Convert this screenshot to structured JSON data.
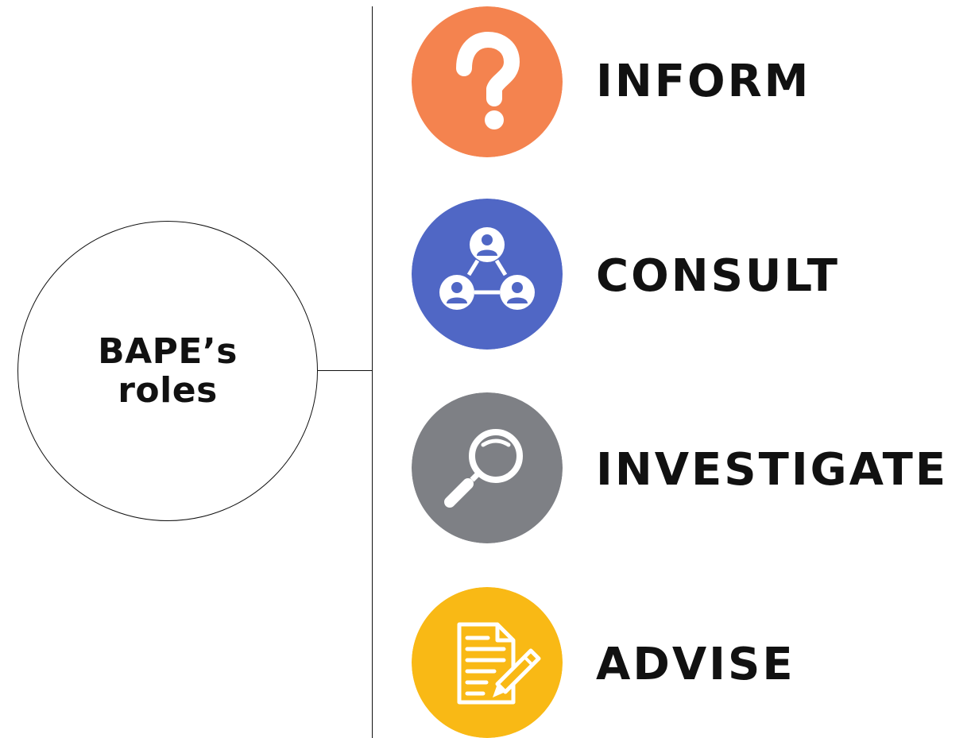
{
  "center": {
    "label_line1": "BAPE’s",
    "label_line2": "roles"
  },
  "roles": [
    {
      "label": "INFORM",
      "icon": "question-mark-icon",
      "color": "#F4834F"
    },
    {
      "label": "CONSULT",
      "icon": "network-people-icon",
      "color": "#5067C5"
    },
    {
      "label": "INVESTIGATE",
      "icon": "magnifying-glass-icon",
      "color": "#7E8085"
    },
    {
      "label": "ADVISE",
      "icon": "document-pencil-icon",
      "color": "#F9B915"
    }
  ]
}
